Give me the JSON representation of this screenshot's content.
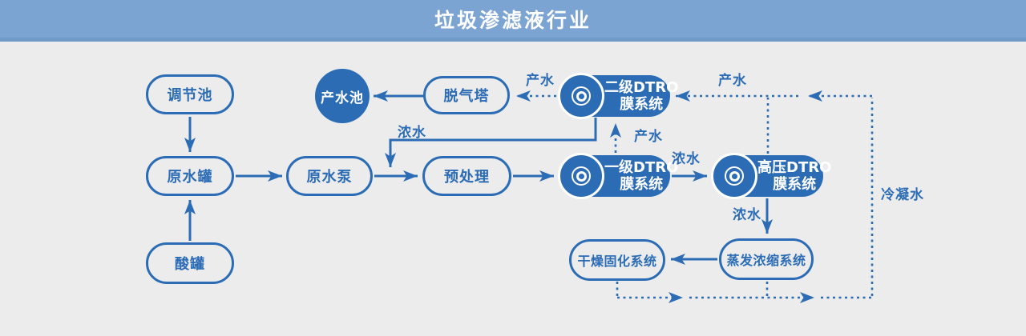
{
  "header": {
    "title": "垃圾渗滤液行业"
  },
  "colors": {
    "primary_blue": "#2b6cb5",
    "banner_blue": "#7ca4d3",
    "banner_border_blue": "#6f9bc8",
    "background_gray": "#ececec",
    "node_text_white": "#ffffff"
  },
  "nodes": {
    "tiaojiechi": {
      "label": "调节池",
      "type": "stadium"
    },
    "yuanshuiguan": {
      "label": "原水罐",
      "type": "stadium"
    },
    "suanguan": {
      "label": "酸罐",
      "type": "stadium"
    },
    "yuanshuibeng": {
      "label": "原水泵",
      "type": "stadium"
    },
    "yuchuli": {
      "label": "预处理",
      "type": "stadium"
    },
    "chanshuichi": {
      "label": "产水池",
      "type": "filled-circle"
    },
    "tuoqita": {
      "label": "脱气塔",
      "type": "stadium"
    },
    "erji_dtro": {
      "line1": "二级DTRO",
      "line2": "膜系统",
      "type": "filled-pill",
      "icon": "membrane-disc-icon"
    },
    "yiji_dtro": {
      "line1": "一级DTRO",
      "line2": "膜系统",
      "type": "filled-pill",
      "icon": "membrane-disc-icon"
    },
    "gaoya_dtro": {
      "line1": "高压DTRO",
      "line2": "膜系统",
      "type": "filled-pill",
      "icon": "membrane-disc-icon"
    },
    "zhengfa": {
      "label": "蒸发浓缩系统",
      "type": "stadium"
    },
    "ganzao": {
      "label": "干燥固化系统",
      "type": "stadium"
    }
  },
  "edge_labels": [
    {
      "text": "产水"
    },
    {
      "text": "浓水"
    },
    {
      "text": "产水"
    },
    {
      "text": "浓水"
    },
    {
      "text": "产水"
    },
    {
      "text": "浓水"
    },
    {
      "text": "冷凝水"
    }
  ],
  "flows": [
    {
      "from": "调节池",
      "to": "原水罐",
      "style": "solid"
    },
    {
      "from": "酸罐",
      "to": "原水罐",
      "style": "solid"
    },
    {
      "from": "原水罐",
      "to": "原水泵",
      "style": "solid"
    },
    {
      "from": "原水泵",
      "to": "预处理",
      "style": "solid"
    },
    {
      "from": "预处理",
      "to": "一级DTRO膜系统",
      "style": "solid"
    },
    {
      "from": "一级DTRO膜系统",
      "to": "高压DTRO膜系统",
      "style": "solid",
      "label": "浓水"
    },
    {
      "from": "一级DTRO膜系统",
      "to": "二级DTRO膜系统",
      "style": "dashed",
      "label": "产水"
    },
    {
      "from": "二级DTRO膜系统",
      "to": "脱气塔",
      "style": "dashed",
      "label": "产水"
    },
    {
      "from": "脱气塔",
      "to": "产水池",
      "style": "solid"
    },
    {
      "from": "二级DTRO膜系统",
      "to": "原水泵-预处理管线",
      "style": "solid",
      "label": "浓水"
    },
    {
      "from": "高压DTRO膜系统",
      "to": "蒸发浓缩系统",
      "style": "solid",
      "label": "浓水"
    },
    {
      "from": "高压DTRO膜系统",
      "to": "产水回流线",
      "style": "dashed",
      "label": "产水"
    },
    {
      "from": "蒸发浓缩系统",
      "to": "干燥固化系统",
      "style": "solid"
    },
    {
      "from": "干燥固化系统/蒸发浓缩系统",
      "to": "二级DTRO膜系统",
      "style": "dashed",
      "label": "冷凝水"
    }
  ]
}
